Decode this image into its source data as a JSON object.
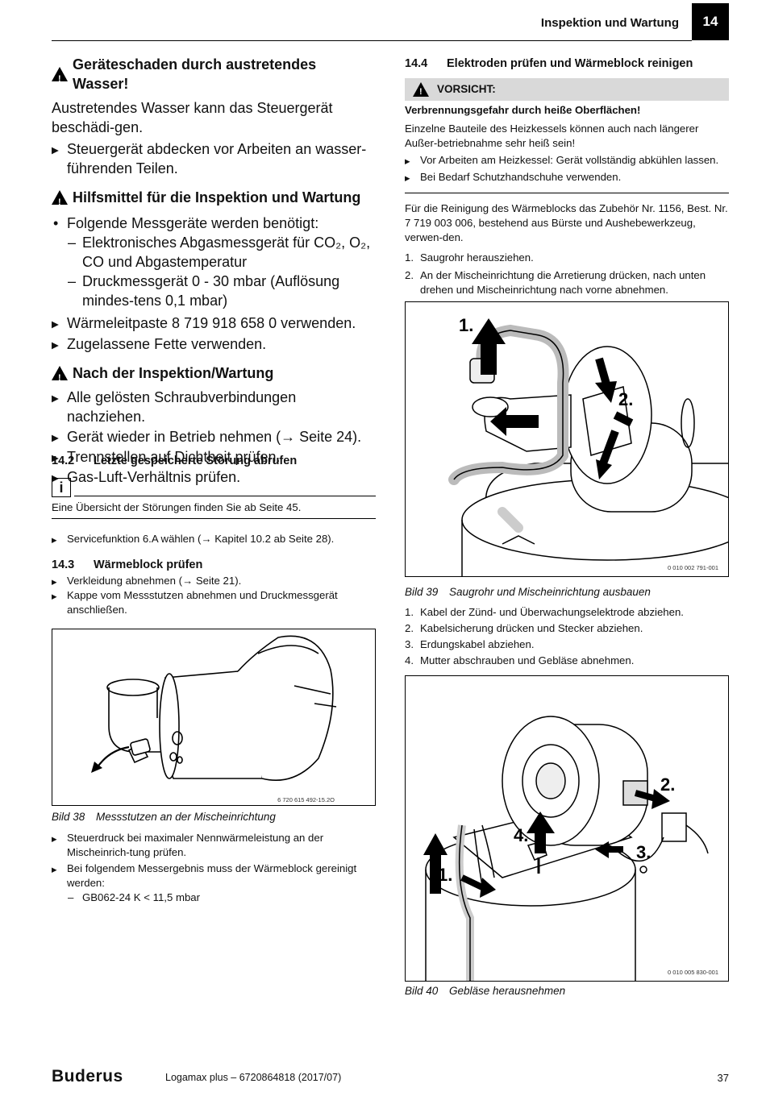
{
  "header": {
    "title": "Inspektion und Wartung",
    "chapter": "14"
  },
  "left": {
    "warn1_title": "Geräteschaden durch austretendes Wasser!",
    "warn1_body": "Austretendes Wasser kann das Steuergerät beschädi-gen.",
    "warn1_step": "Steuergerät abdecken vor Arbeiten an wasser-führenden Teilen.",
    "warn2_title": "Hilfsmittel für die Inspektion und Wartung",
    "warn2_bullet": "Folgende Messgeräte werden benötigt:",
    "warn2_dash1": "Elektronisches Abgasmessgerät für CO₂, O₂, CO und Abgastemperatur",
    "warn2_dash2": "Druckmessgerät 0 - 30 mbar (Auflösung mindes-tens 0,1 mbar)",
    "warn2_step1": "Wärmeleitpaste 8 719 918 658 0 verwenden.",
    "warn2_step2": "Zugelassene Fette verwenden.",
    "warn3_title": "Nach der Inspektion/Wartung",
    "warn3_steps": [
      "Alle gelösten Schraubverbindungen nachziehen.",
      "Gerät wieder in Betrieb nehmen (→ Seite 24).",
      "Trennstellen auf Dichtheit prüfen.",
      "Gas-Luft-Verhältnis prüfen."
    ],
    "s142_num": "14.2",
    "s142_title": "Letzte gespeicherte Störung abrufen",
    "info_text": "Eine Übersicht der Störungen finden Sie ab Seite 45.",
    "s142_step": "Servicefunktion 6.A wählen (→ Kapitel 10.2 ab Seite 28).",
    "s143_num": "14.3",
    "s143_title": "Wärmeblock prüfen",
    "s143_steps": [
      "Verkleidung abnehmen (→ Seite 21).",
      "Kappe vom Messstutzen abnehmen und Druckmessgerät anschließen."
    ],
    "fig38_code": "6 720 615 492-15.2O",
    "fig38_num": "Bild 38",
    "fig38_caption": "Messstutzen an der Mischeinrichtung",
    "after38_steps": [
      "Steuerdruck bei maximaler Nennwärmeleistung an der Mischeinrich-tung prüfen.",
      "Bei folgendem Messergebnis muss der Wärmeblock gereinigt werden:"
    ],
    "after38_dash": "GB062-24 K < 11,5 mbar"
  },
  "right": {
    "s144_num": "14.4",
    "s144_title": "Elektroden prüfen und Wärmeblock reinigen",
    "vorsicht_label": "VORSICHT:",
    "vorsicht_title": "Verbrennungsgefahr durch heiße Oberflächen!",
    "vorsicht_body": "Einzelne Bauteile des Heizkessels können auch nach längerer Außer-betriebnahme sehr heiß sein!",
    "vorsicht_steps": [
      "Vor Arbeiten am Heizkessel: Gerät vollständig abkühlen lassen.",
      "Bei Bedarf Schutzhandschuhe verwenden."
    ],
    "para": "Für die Reinigung des Wärmeblocks das Zubehör Nr. 1156, Best. Nr. 7 719 003 006, bestehend aus Bürste und Aushebewerkzeug, verwen-den.",
    "list1": [
      {
        "n": "1.",
        "t": "Saugrohr herausziehen."
      },
      {
        "n": "2.",
        "t": "An der Mischeinrichtung die Arretierung drücken, nach unten drehen und Mischeinrichtung nach vorne abnehmen."
      }
    ],
    "fig39_labels": [
      "1.",
      "2."
    ],
    "fig39_code": "0 010 002 791-001",
    "fig39_num": "Bild 39",
    "fig39_caption": "Saugrohr und Mischeinrichtung ausbauen",
    "list2": [
      {
        "n": "1.",
        "t": "Kabel der Zünd- und Überwachungselektrode abziehen."
      },
      {
        "n": "2.",
        "t": "Kabelsicherung drücken und Stecker abziehen."
      },
      {
        "n": "3.",
        "t": "Erdungskabel abziehen."
      },
      {
        "n": "4.",
        "t": "Mutter abschrauben und Gebläse abnehmen."
      }
    ],
    "fig40_labels": [
      "1.",
      "2.",
      "3.",
      "4."
    ],
    "fig40_code": "0 010 005 830-001",
    "fig40_num": "Bild 40",
    "fig40_caption": "Gebläse herausnehmen"
  },
  "footer": {
    "brand": "Buderus",
    "doc": "Logamax plus – 6720864818 (2017/07)",
    "page": "37"
  }
}
